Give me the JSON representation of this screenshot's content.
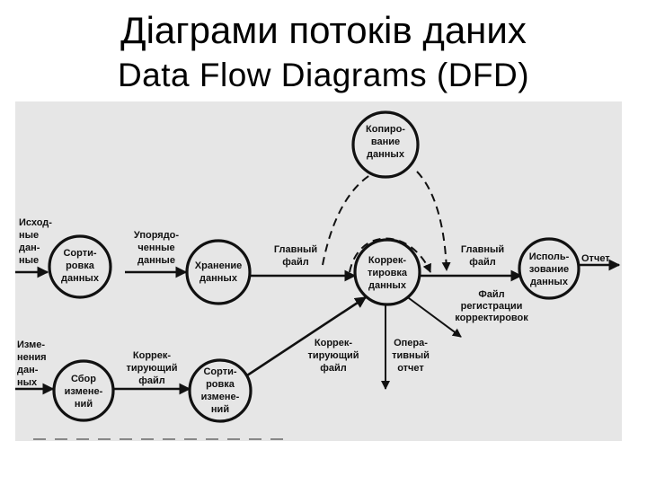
{
  "title": {
    "line1": "Діаграми потоків даних",
    "line2": "Data Flow Diagrams (DFD)"
  },
  "diagram": {
    "processes": {
      "copy": [
        "Копиро-",
        "вание",
        "данных"
      ],
      "sort_data": [
        "Сорти-",
        "ровка",
        "данных"
      ],
      "store": [
        "Хранение",
        "данных"
      ],
      "correct": [
        "Коррек-",
        "тировка",
        "данных"
      ],
      "use": [
        "Исполь-",
        "зование",
        "данных"
      ],
      "collect": [
        "Сбор",
        "измене-",
        "ний"
      ],
      "sort_changes": [
        "Сорти-",
        "ровка",
        "измене-",
        "ний"
      ]
    },
    "flows": {
      "source_data": [
        "Исход-",
        "ные",
        "дан-",
        "ные"
      ],
      "ordered_data": [
        "Упорядо-",
        "ченные",
        "данные"
      ],
      "master_file_1": [
        "Главный",
        "файл"
      ],
      "master_file_2": [
        "Главный",
        "файл"
      ],
      "report": "Отчет",
      "log_file": [
        "Файл",
        "регистрации",
        "корректировок"
      ],
      "correcting_file_1": [
        "Коррек-",
        "тирующий",
        "файл"
      ],
      "correcting_file_2": [
        "Коррек-",
        "тирующий",
        "файл"
      ],
      "operative_report": [
        "Опера-",
        "тивный",
        "отчет"
      ],
      "changes": [
        "Изме-",
        "нения",
        "дан-",
        "ных"
      ]
    }
  }
}
